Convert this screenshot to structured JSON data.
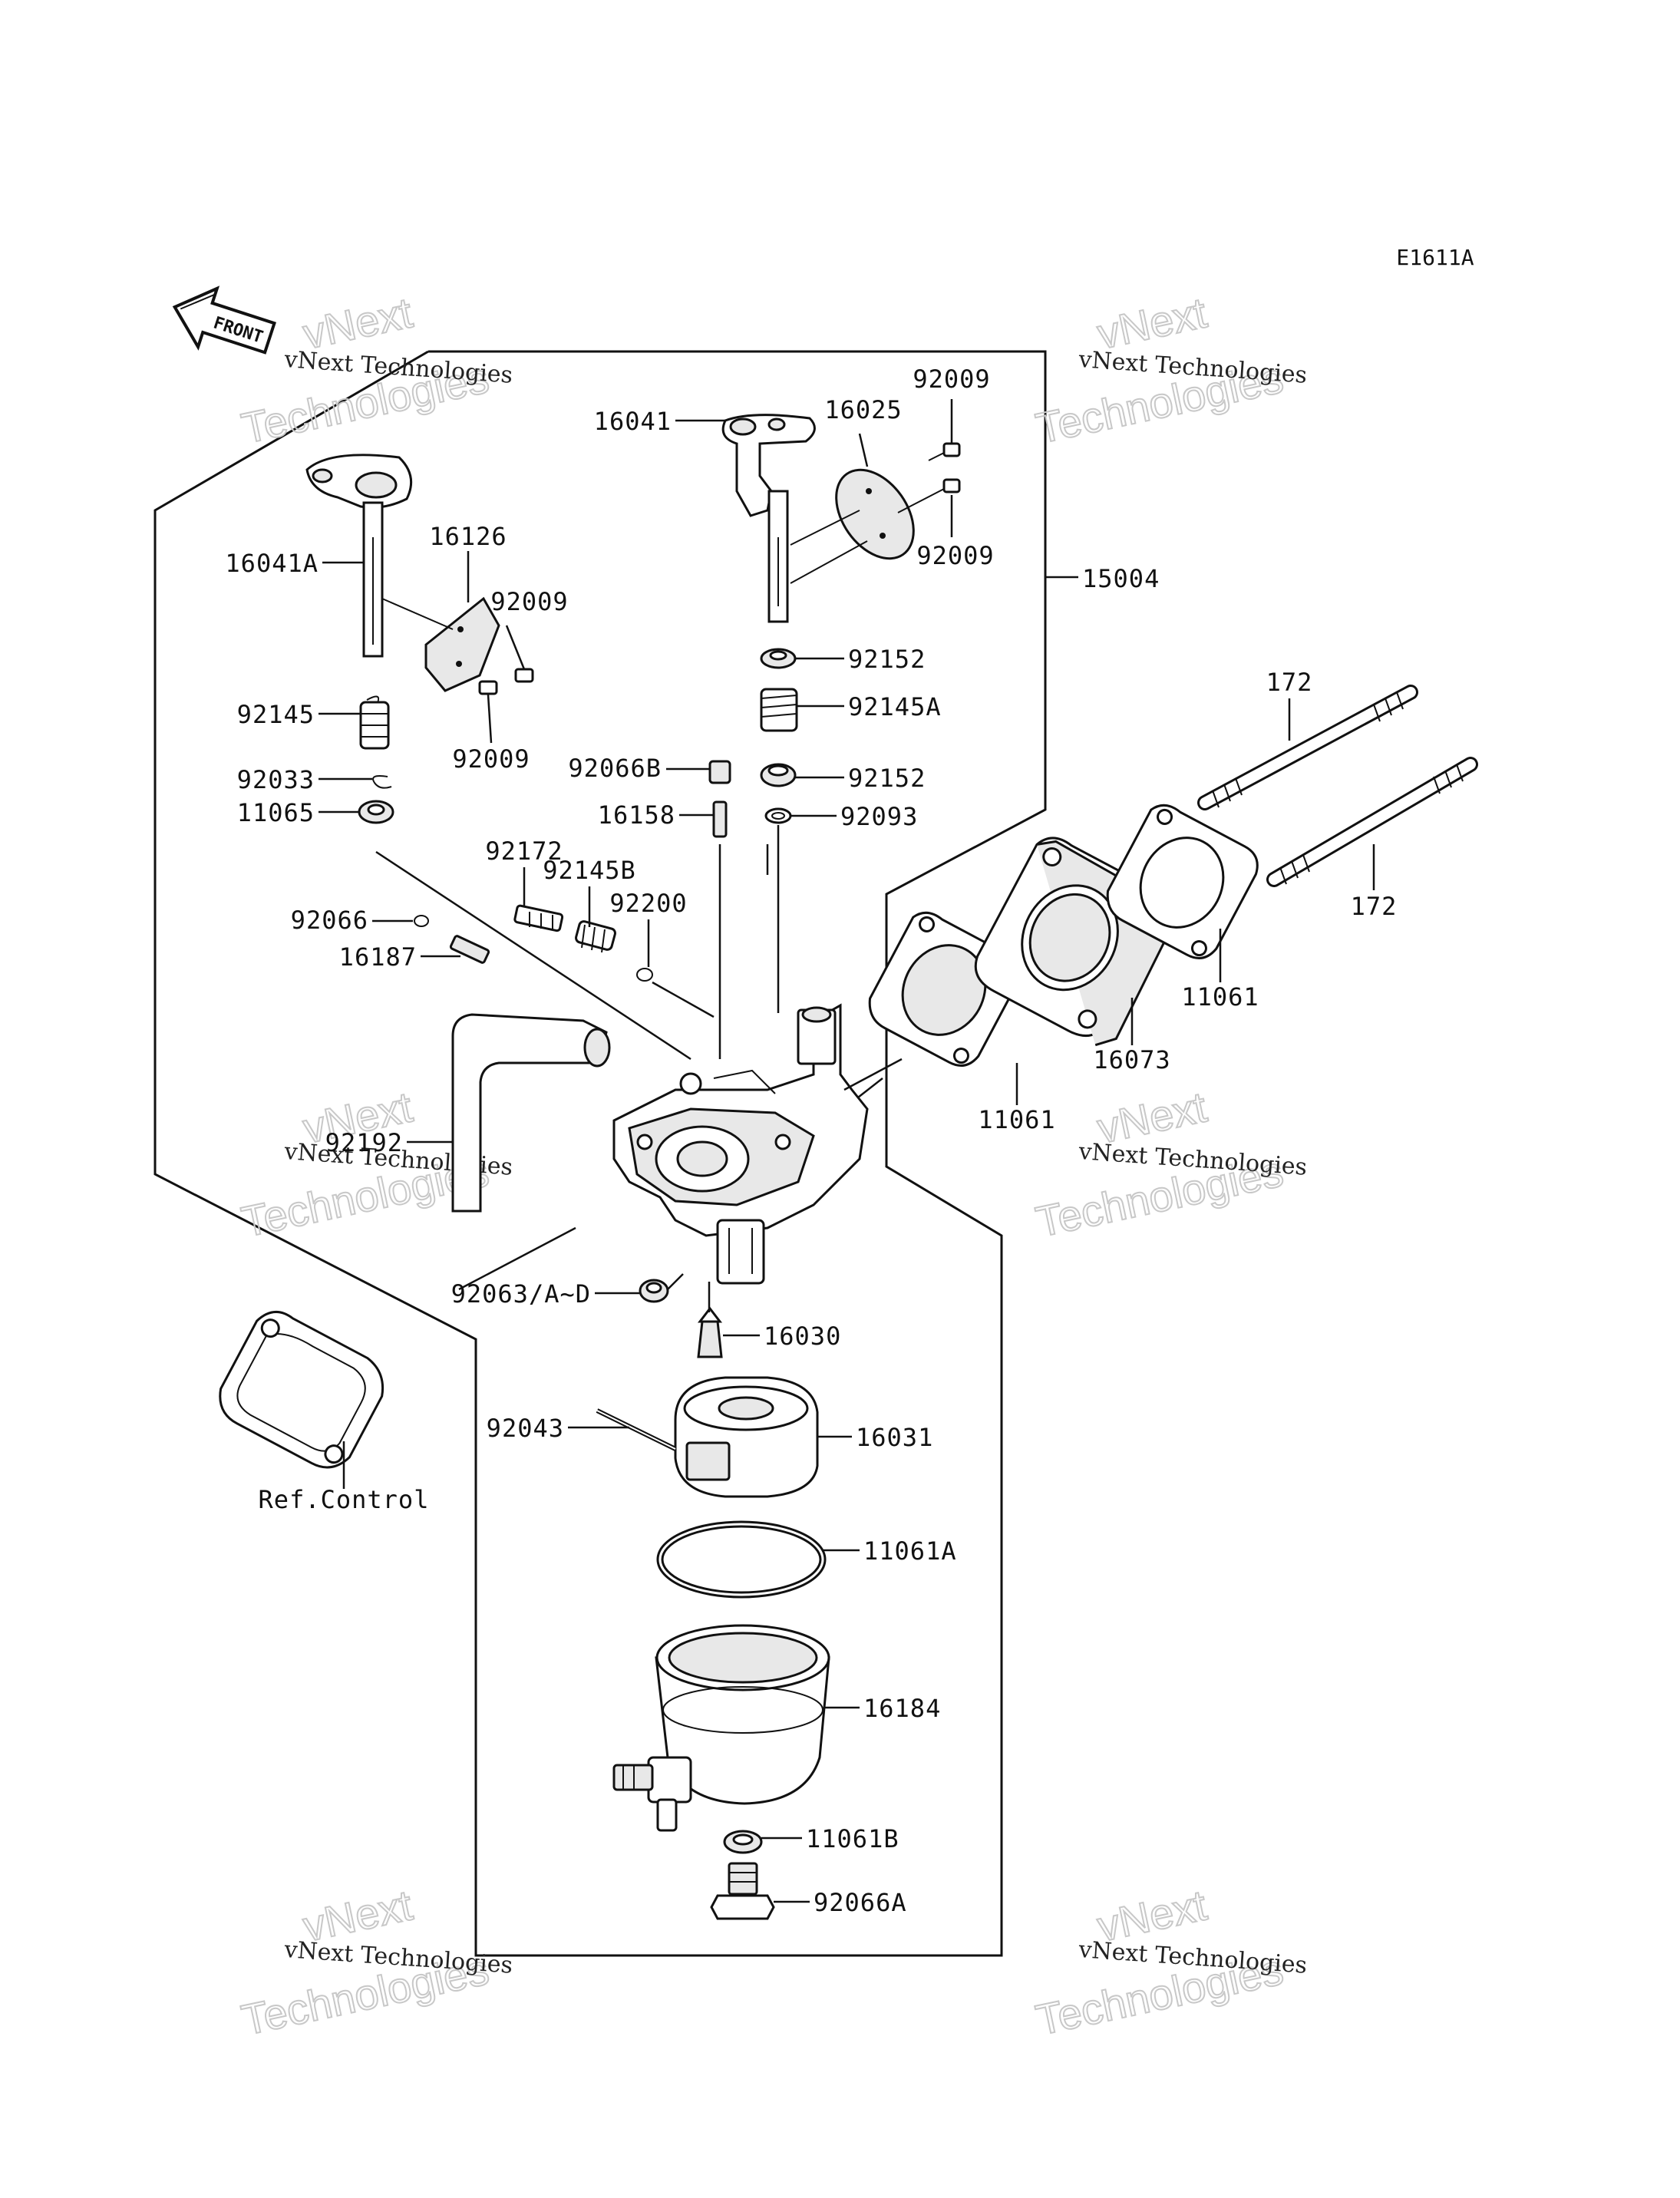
{
  "diagram_code": "E1611A",
  "front_label": "FRONT",
  "ref_label": "Ref.Control",
  "watermark": {
    "line1": "vNext Technologies",
    "line2": "vNext",
    "line3": "Technologies"
  },
  "callouts": {
    "p16041": "16041",
    "p16025": "16025",
    "p92009_a": "92009",
    "p92009_b": "92009",
    "p92009_c": "92009",
    "p92009_d": "92009",
    "p16041A": "16041A",
    "p16126": "16126",
    "p15004": "15004",
    "p92152_a": "92152",
    "p92145A": "92145A",
    "p92152_b": "92152",
    "p92145": "92145",
    "p92066B": "92066B",
    "p92033": "92033",
    "p11065": "11065",
    "p16158": "16158",
    "p92093": "92093",
    "p92172": "92172",
    "p92145B": "92145B",
    "p92200": "92200",
    "p92066": "92066",
    "p16187": "16187",
    "p172_a": "172",
    "p172_b": "172",
    "p11061_a": "11061",
    "p16073": "16073",
    "p11061_b": "11061",
    "p92192": "92192",
    "p92063": "92063/A~D",
    "p16030": "16030",
    "p92043": "92043",
    "p16031": "16031",
    "p11061A": "11061A",
    "p16184": "16184",
    "p11061B": "11061B",
    "p92066A": "92066A"
  }
}
